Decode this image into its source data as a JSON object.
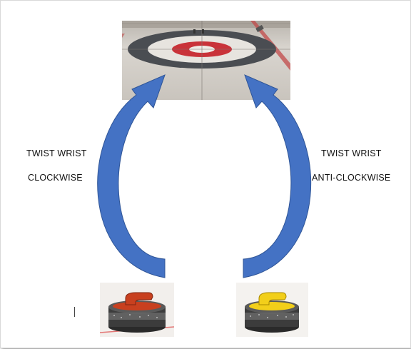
{
  "captions": {
    "left_line1": "TWIST WRIST",
    "left_line2": "CLOCKWISE",
    "right_line1": "TWIST WRIST",
    "right_line2": "ANTI-CLOCKWISE"
  },
  "images": {
    "top": "curling-house-photo",
    "bottom_left": "curling-stone-red-handle",
    "bottom_right": "curling-stone-yellow-handle"
  },
  "colors": {
    "arrow": "#4472c4",
    "arrow_dark": "#2f5597",
    "outer_ring": "#4a4d52",
    "red_ring": "#c9333a",
    "ice": "#d6d2cc",
    "left_handle": "#c8401f",
    "right_handle": "#f2cf1a"
  }
}
